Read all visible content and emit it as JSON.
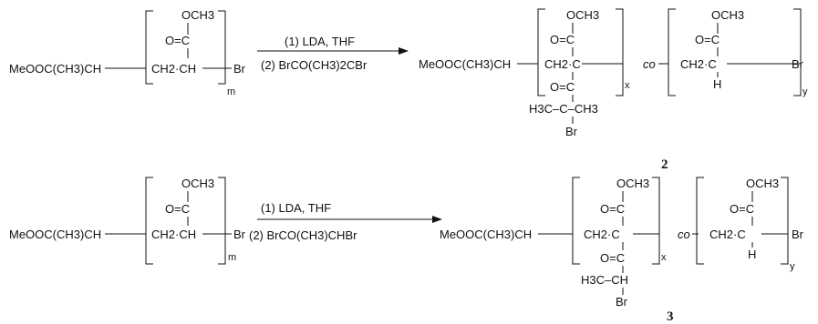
{
  "reaction_1": {
    "start": {
      "end_group": "MeOOC(CH3)CH",
      "ester": "OCH3",
      "carbonyl": "O=C",
      "backbone": "CH2·CH",
      "terminus": "Br",
      "repeat": "m"
    },
    "conditions": {
      "step1": "(1) LDA, THF",
      "step2": "(2) BrCO(CH3)2CBr"
    },
    "product": {
      "end_group": "MeOOC(CH3)CH",
      "block_x": {
        "ester": "OCH3",
        "carbonyl": "O=C",
        "backbone": "CH2·C",
        "acyl": "O=C",
        "branch": "H3C–C–CH3",
        "bromide": "Br",
        "repeat": "x"
      },
      "linker": "co",
      "block_y": {
        "ester": "OCH3",
        "carbonyl": "O=C",
        "backbone": "CH2·C",
        "hydrogen": "H",
        "repeat": "y"
      },
      "terminus": "Br",
      "compound_number": "2"
    }
  },
  "reaction_2": {
    "start": {
      "end_group": "MeOOC(CH3)CH",
      "ester": "OCH3",
      "carbonyl": "O=C",
      "backbone": "CH2·CH",
      "terminus": "Br",
      "repeat": "m"
    },
    "conditions": {
      "step1": "(1) LDA, THF",
      "step2": "(2) BrCO(CH3)CHBr"
    },
    "product": {
      "end_group": "MeOOC(CH3)CH",
      "block_x": {
        "ester": "OCH3",
        "carbonyl": "O=C",
        "backbone": "CH2·C",
        "acyl": "O=C",
        "branch": "H3C–CH",
        "bromide": "Br",
        "repeat": "x"
      },
      "linker": "co",
      "block_y": {
        "ester": "OCH3",
        "carbonyl": "O=C",
        "backbone": "CH2·C",
        "hydrogen": "H",
        "repeat": "y"
      },
      "terminus": "Br",
      "compound_number": "3"
    }
  }
}
